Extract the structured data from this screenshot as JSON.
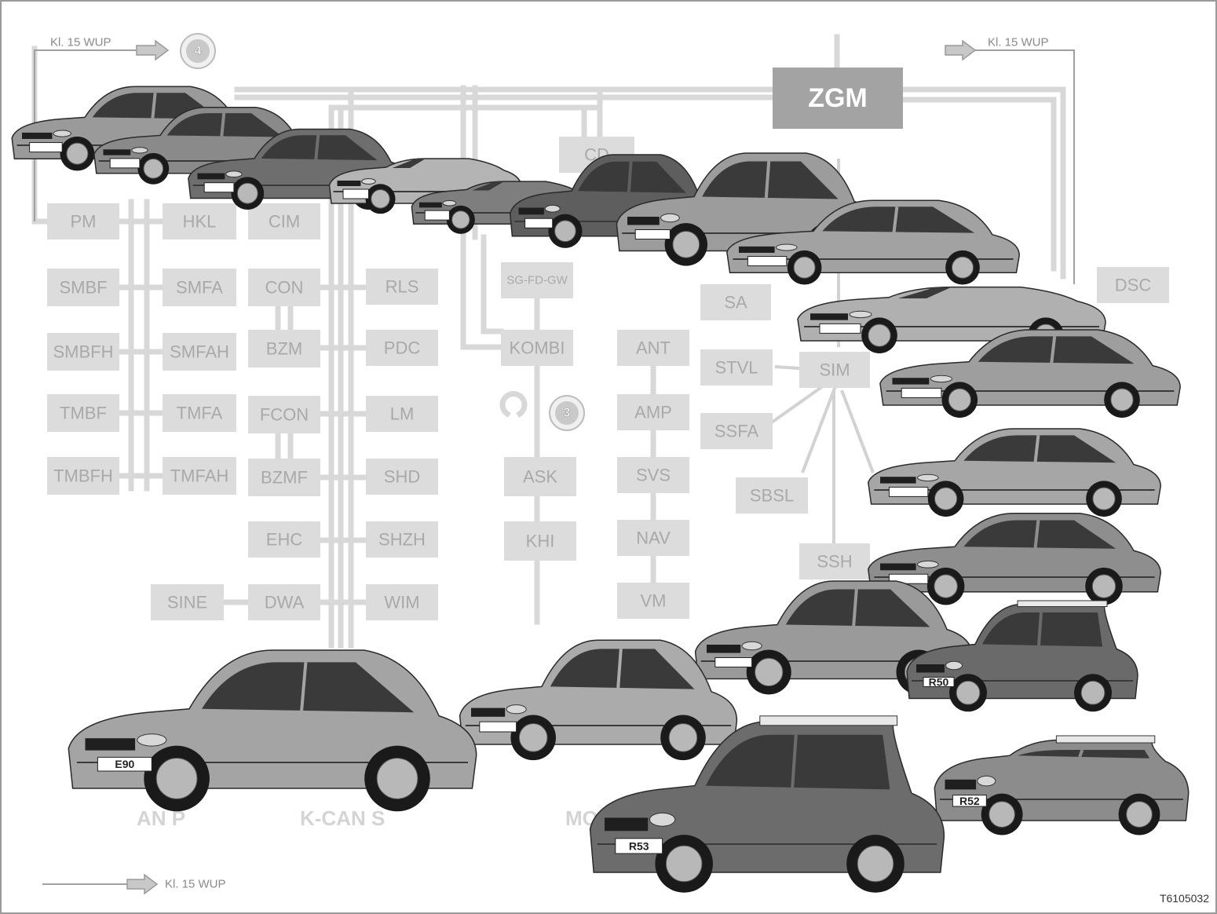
{
  "diagram": {
    "wake_up_label": "Kl. 15 WUP",
    "figure_code": "T6105032",
    "central_module": "ZGM",
    "badges": [
      "4",
      "3"
    ],
    "bus_labels": [
      "AN P",
      "K-CAN S",
      "MO"
    ],
    "ecus": [
      "PM",
      "HKL",
      "CIM",
      "SMBF",
      "SMFA",
      "CON",
      "RLS",
      "SMBFH",
      "SMFAH",
      "BZM",
      "PDC",
      "TMBF",
      "TMFA",
      "FCON",
      "LM",
      "TMBFH",
      "TMFAH",
      "BZMF",
      "SHD",
      "EHC",
      "SHZH",
      "SINE",
      "DWA",
      "WIM",
      "CD",
      "SG-FD-GW",
      "KOMBI",
      "ASK",
      "KHI",
      "ANT",
      "AMP",
      "SVS",
      "NAV",
      "VM",
      "DSC",
      "SA",
      "STVL",
      "SSFA",
      "SBSL",
      "SSH",
      "SIM"
    ],
    "vehicle_plates": [
      "E90",
      "R50",
      "R53",
      "R52"
    ],
    "colors": {
      "bus_line": "#d8d8d8",
      "ecu_box": "#dcdcdc",
      "ecu_text": "#a9a9a9",
      "zgm_box": "#a3a3a3"
    }
  }
}
